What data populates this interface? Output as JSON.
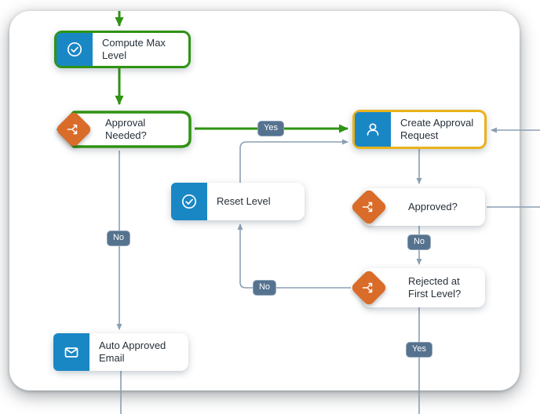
{
  "app": {
    "view": "process-flow-canvas"
  },
  "nodes": {
    "compute_max_level": {
      "label": "Compute Max Level",
      "icon": "check-circle-icon",
      "border": "green"
    },
    "approval_needed": {
      "label": "Approval Needed?",
      "icon": "branch-split-icon",
      "border": "green",
      "shape": "hexagon"
    },
    "create_approval_request": {
      "label": "Create Approval Request",
      "icon": "person-icon",
      "border": "gold"
    },
    "reset_level": {
      "label": "Reset Level",
      "icon": "check-circle-icon",
      "border": "none"
    },
    "approved": {
      "label": "Approved?",
      "icon": "branch-split-icon",
      "border": "none"
    },
    "rejected_at_first_level": {
      "label": "Rejected at First Level?",
      "icon": "branch-split-icon",
      "border": "none"
    },
    "auto_approved_email": {
      "label": "Auto Approved Email",
      "icon": "envelope-icon",
      "border": "none"
    }
  },
  "edge_labels": {
    "approval_needed_yes": "Yes",
    "approval_needed_no": "No",
    "approved_no": "No",
    "rejected_no": "No",
    "rejected_yes": "Yes"
  },
  "colors": {
    "accent_green": "#2f9313",
    "accent_gold": "#eab219",
    "icon_blue": "#1a87c5",
    "diamond_orange": "#d96c28",
    "edge_gray": "#8b9fb3",
    "badge_bg": "#55728f",
    "label_text": "#26303a"
  }
}
